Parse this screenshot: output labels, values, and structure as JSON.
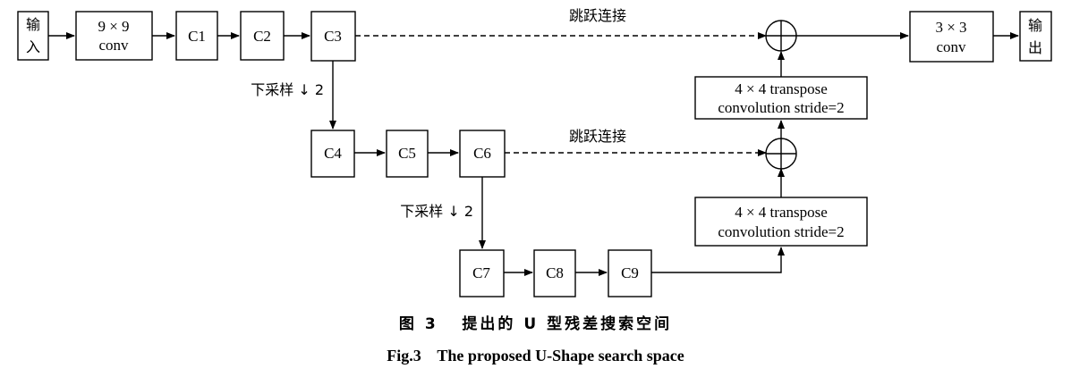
{
  "nodes": {
    "input": [
      "输",
      "入"
    ],
    "conv9": [
      "9 × 9",
      "conv"
    ],
    "c1": "C1",
    "c2": "C2",
    "c3": "C3",
    "c4": "C4",
    "c5": "C5",
    "c6": "C6",
    "c7": "C7",
    "c8": "C8",
    "c9": "C9",
    "tconv_top": [
      "4 × 4 transpose",
      "convolution stride=2"
    ],
    "tconv_bottom": [
      "4 × 4 transpose",
      "convolution stride=2"
    ],
    "conv3": [
      "3 × 3",
      "conv"
    ],
    "output": [
      "输",
      "出"
    ]
  },
  "edge_labels": {
    "skip_top": "跳跃连接",
    "skip_bottom": "跳跃连接",
    "downsample_1": "下采样 ↓ 2",
    "downsample_2": "下采样 ↓ 2"
  },
  "caption": {
    "cn_number": "图 3",
    "cn_title": "提出的 U 型残差搜索空间",
    "en_number": "Fig.3",
    "en_title": "The proposed U-Shape search space"
  }
}
